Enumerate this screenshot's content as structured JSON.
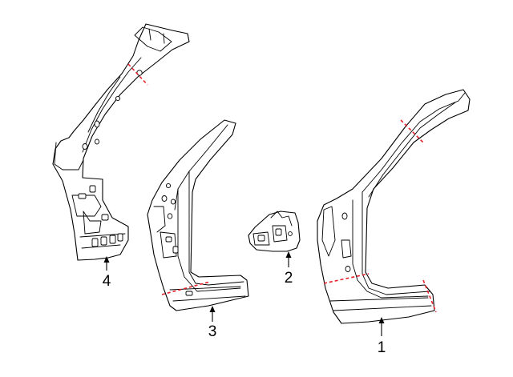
{
  "colors": {
    "outline": "#000000",
    "cut_line": "#e8222a",
    "background": "#ffffff"
  },
  "callouts": {
    "part1": "1",
    "part2": "2",
    "part3": "3",
    "part4": "4"
  }
}
